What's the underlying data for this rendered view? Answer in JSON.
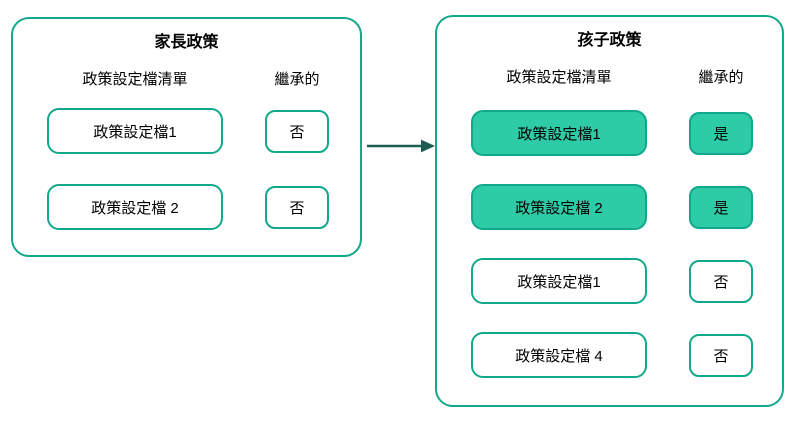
{
  "colors": {
    "box_border": "#12a88b",
    "highlight_fill": "#2dcba6",
    "arrow": "#1e5b52",
    "text": "#000000",
    "background": "#ffffff"
  },
  "parent_policy": {
    "title": "家長政策",
    "list_header": "政策設定檔清單",
    "inherited_header": "繼承的",
    "rows": [
      {
        "profile": "政策設定檔1",
        "inherited": "否",
        "highlighted": false
      },
      {
        "profile": "政策設定檔 2",
        "inherited": "否",
        "highlighted": false
      }
    ]
  },
  "child_policy": {
    "title": "孩子政策",
    "list_header": "政策設定檔清單",
    "inherited_header": "繼承的",
    "rows": [
      {
        "profile": "政策設定檔1",
        "inherited": "是",
        "highlighted": true
      },
      {
        "profile": "政策設定檔 2",
        "inherited": "是",
        "highlighted": true
      },
      {
        "profile": "政策設定檔1",
        "inherited": "否",
        "highlighted": false
      },
      {
        "profile": "政策設定檔 4",
        "inherited": "否",
        "highlighted": false
      }
    ]
  },
  "arrow": {
    "direction": "right",
    "from": "parent_policy",
    "to": "child_policy"
  }
}
